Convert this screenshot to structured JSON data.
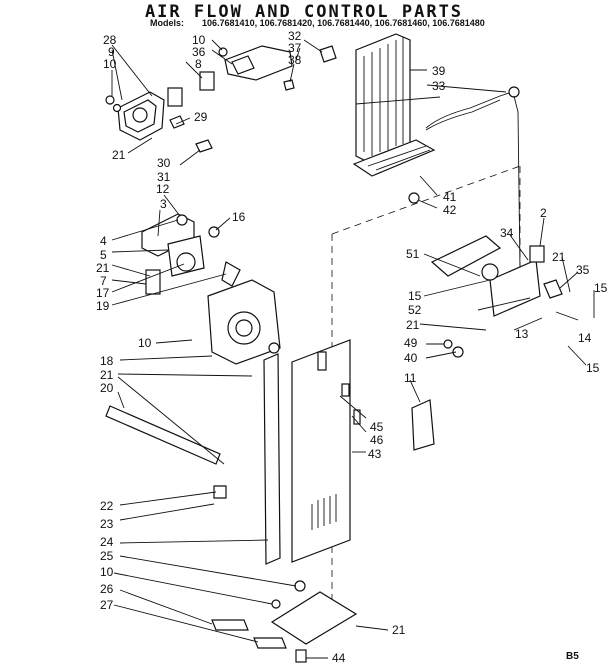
{
  "header": {
    "title": "Air Flow and Control Parts",
    "models_label": "Models:",
    "models": "106.7681410, 106.7681420, 106.7681440, 106.7681460, 106.7681480"
  },
  "callouts": [
    "28",
    "9",
    "10",
    "21",
    "29",
    "30",
    "31",
    "10",
    "36",
    "8",
    "32",
    "37",
    "38",
    "39",
    "33",
    "41",
    "42",
    "12",
    "3",
    "16",
    "4",
    "5",
    "21",
    "7",
    "17",
    "19",
    "10",
    "18",
    "21",
    "20",
    "2",
    "51",
    "34",
    "21",
    "35",
    "15",
    "15",
    "52",
    "21",
    "13",
    "14",
    "49",
    "40",
    "15",
    "11",
    "45",
    "46",
    "43",
    "22",
    "23",
    "24",
    "25",
    "10",
    "26",
    "27",
    "21",
    "44"
  ],
  "page_code": "B5"
}
